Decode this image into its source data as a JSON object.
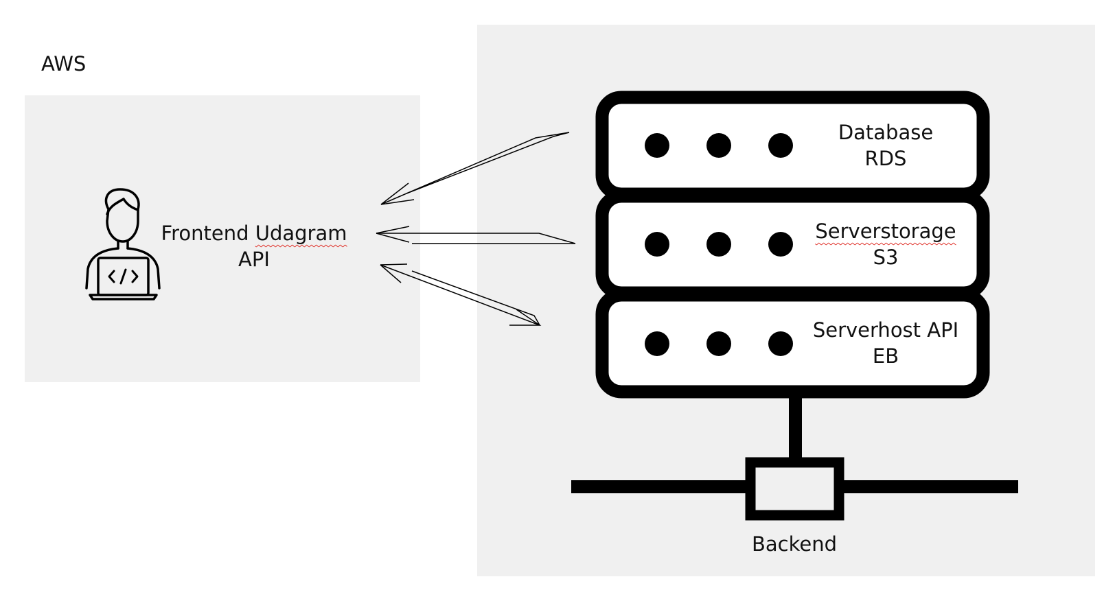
{
  "cloud_label": "AWS",
  "frontend": {
    "icon": "developer-laptop-icon",
    "line1_a": "Frontend ",
    "line1_b": "Udagram",
    "line2": "API"
  },
  "servers": [
    {
      "line1": "Database",
      "line2": "RDS"
    },
    {
      "line1": "Serverstorage",
      "line2": "S3"
    },
    {
      "line1": "Serverhost API",
      "line2": "EB"
    }
  ],
  "backend_label": "Backend",
  "colors": {
    "panel": "#f0f0f0",
    "ink": "#000000",
    "spellcheck": "#e0322b"
  }
}
